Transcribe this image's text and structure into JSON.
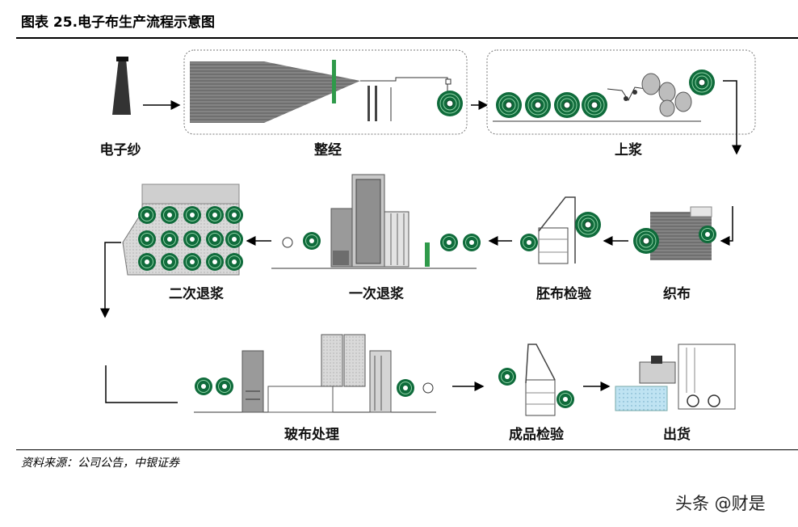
{
  "figure": {
    "title": "图表 25.电子布生产流程示意图",
    "source": "资料来源：公司公告，中银证券",
    "watermark": "头条 @财是"
  },
  "steps": [
    {
      "label": "电子纱"
    },
    {
      "label": "整经"
    },
    {
      "label": "上浆"
    },
    {
      "label": "织布"
    },
    {
      "label": "胚布检验"
    },
    {
      "label": "一次退浆"
    },
    {
      "label": "二次退浆"
    },
    {
      "label": "玻布处理"
    },
    {
      "label": "成品检验"
    },
    {
      "label": "出货"
    }
  ],
  "colors": {
    "roller_green": "#0f6b3b",
    "beam_green": "#2f9a4a",
    "panel_gray": "#9a9a9a",
    "water_blue": "#bfe3f2"
  }
}
